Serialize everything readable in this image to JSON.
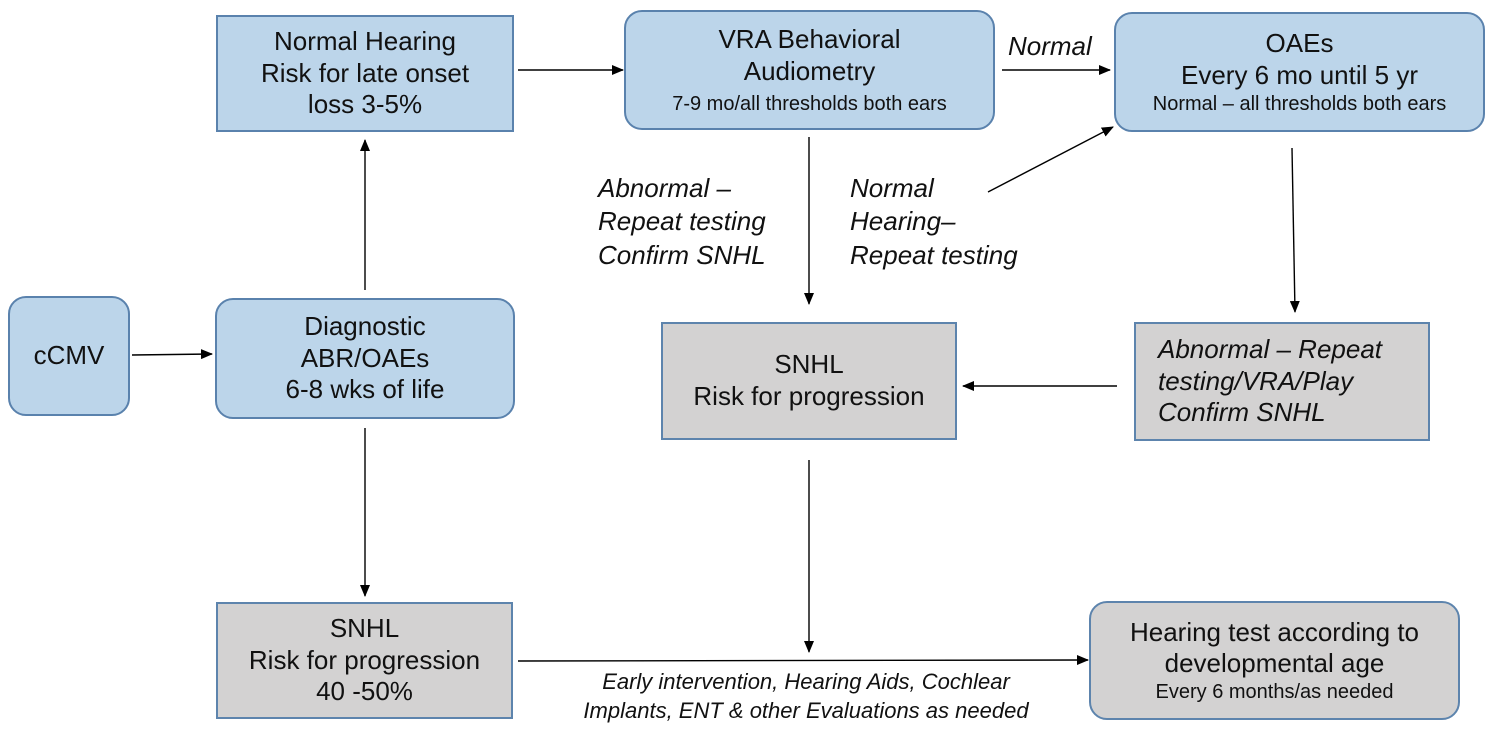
{
  "nodes": {
    "cmv": {
      "lines": [
        "cCMV"
      ]
    },
    "diagnostic": {
      "lines": [
        "Diagnostic",
        "ABR/OAEs",
        "6-8 wks of life"
      ]
    },
    "normal_hearing": {
      "lines": [
        "Normal Hearing",
        "Risk for late onset",
        "loss 3-5%"
      ]
    },
    "vra": {
      "lines": [
        "VRA Behavioral",
        "Audiometry"
      ],
      "sub": "7-9 mo/all thresholds both ears"
    },
    "oaes": {
      "lines": [
        "OAEs",
        "Every 6 mo until 5 yr"
      ],
      "sub": "Normal – all thresholds both ears"
    },
    "snhl_mid": {
      "lines": [
        "SNHL",
        "Risk for progression"
      ]
    },
    "abnormal_right": {
      "lines": [
        "Abnormal – Repeat",
        "testing/VRA/Play",
        "Confirm SNHL"
      ]
    },
    "snhl_bottom": {
      "lines": [
        "SNHL",
        "Risk for progression",
        "40 -50%"
      ]
    },
    "hearing_test": {
      "lines": [
        "Hearing test according to",
        "developmental age"
      ],
      "sub": "Every 6 months/as needed"
    }
  },
  "edge_labels": {
    "normal_top": "Normal",
    "abnormal_vra": [
      "Abnormal –",
      "Repeat testing",
      "Confirm SNHL"
    ],
    "normal_hearing_repeat": [
      "Normal",
      "Hearing–",
      "Repeat testing"
    ],
    "interventions": [
      "Early intervention, Hearing Aids, Cochlear",
      "Implants, ENT & other Evaluations as needed"
    ]
  },
  "colors": {
    "blue_fill": "#bcd5ea",
    "gray_fill": "#d3d2d2",
    "border": "#5a82ad",
    "arrow": "#000000"
  }
}
